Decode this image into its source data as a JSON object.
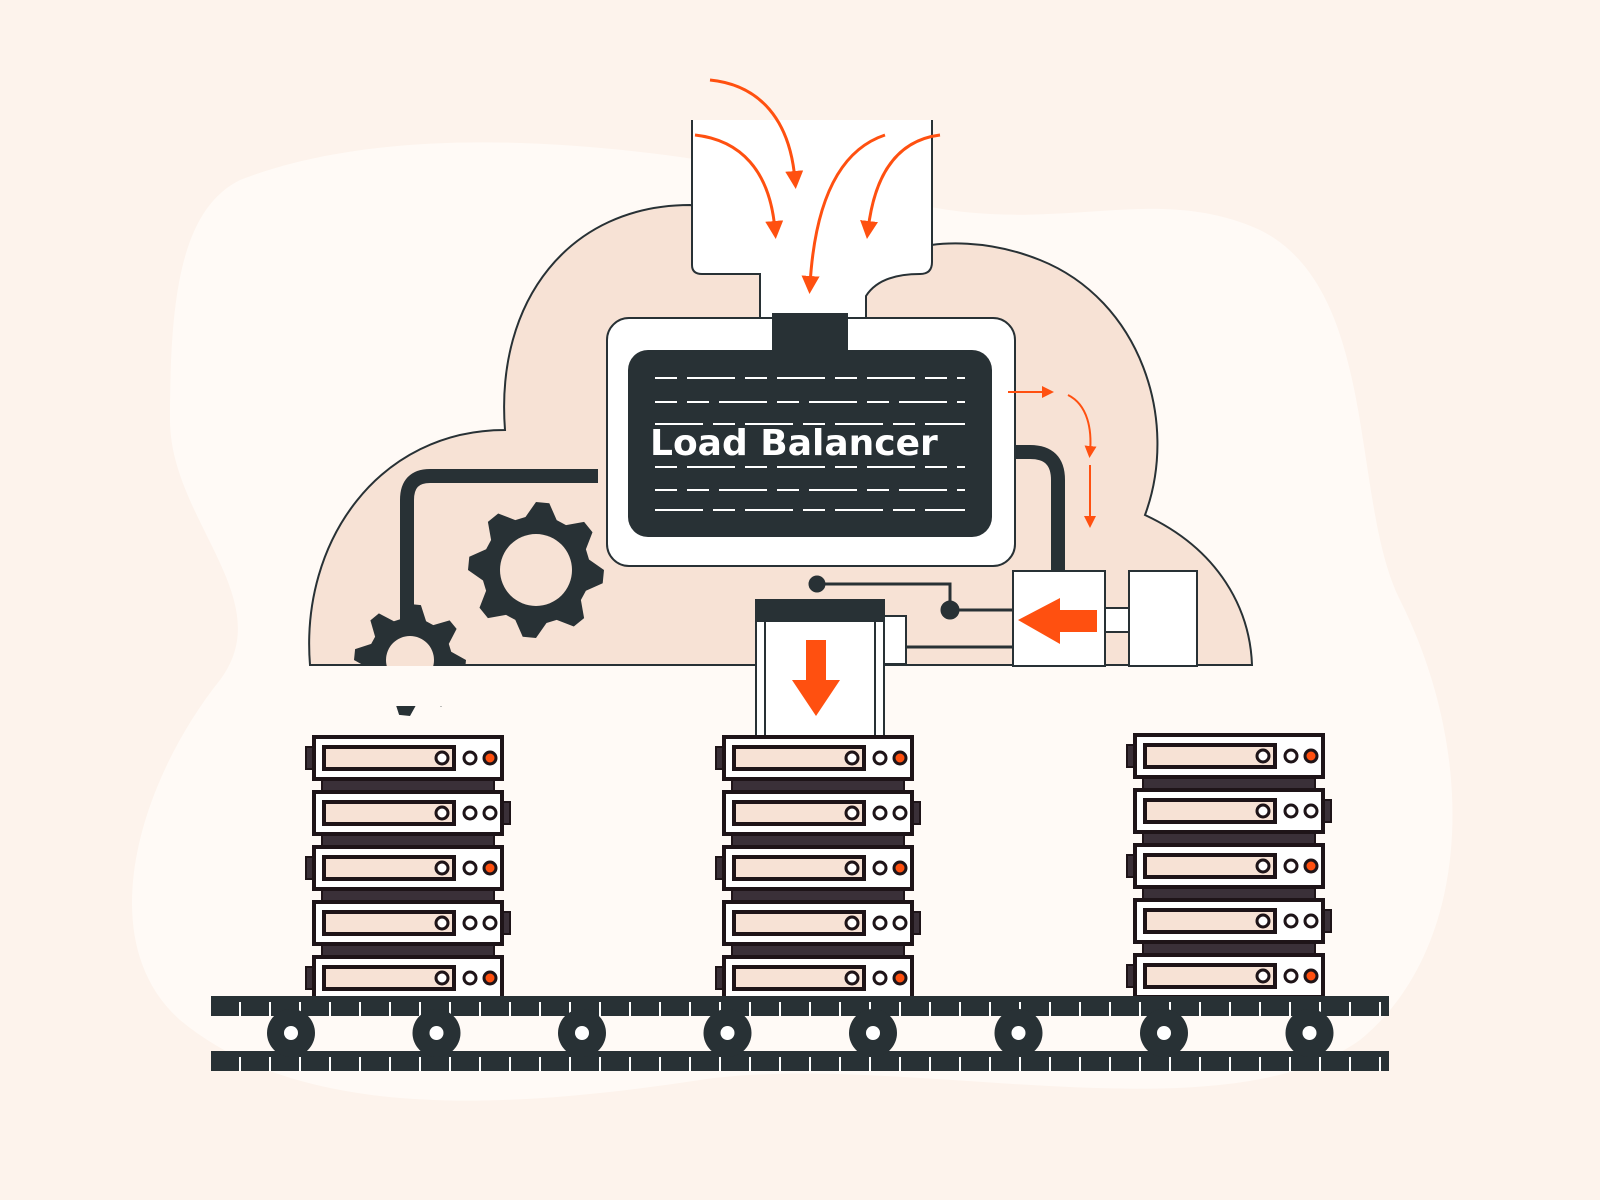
{
  "title": "Load Balancer",
  "server_stacks": [
    {
      "name": "left",
      "units": 5,
      "active_leds": [
        true,
        false,
        true,
        false,
        true
      ]
    },
    {
      "name": "center",
      "units": 5,
      "active_leds": [
        true,
        false,
        true,
        false,
        true
      ]
    },
    {
      "name": "right",
      "units": 5,
      "active_leds": [
        true,
        false,
        true,
        false,
        true
      ]
    }
  ],
  "conveyor_wheels": 8,
  "colors": {
    "background": "#fdf3ec",
    "blob": "#fffaf6",
    "cloud": "#f7e2d5",
    "dark": "#283135",
    "accent": "#ff5010",
    "outline": "#1e1418"
  }
}
